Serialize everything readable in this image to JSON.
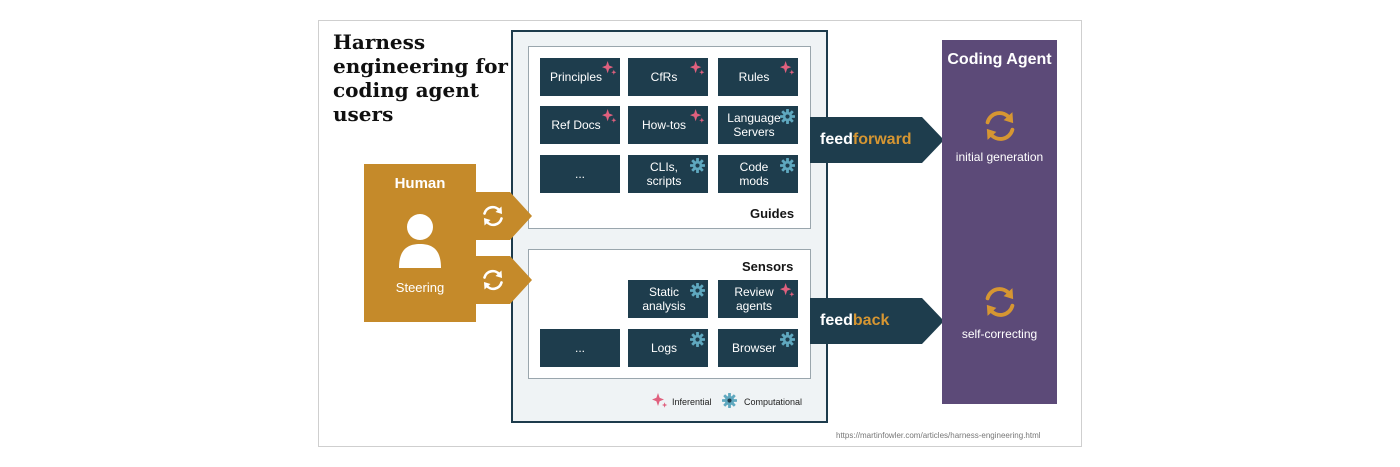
{
  "title": "Harness engineering for coding agent users",
  "guides": {
    "label": "Guides",
    "tiles": [
      {
        "text": "Principles",
        "kind": "inferential"
      },
      {
        "text": "CfRs",
        "kind": "inferential"
      },
      {
        "text": "Rules",
        "kind": "inferential"
      },
      {
        "text": "Ref Docs",
        "kind": "inferential"
      },
      {
        "text": "How-tos",
        "kind": "inferential"
      },
      {
        "text": "Language Servers",
        "kind": "computational"
      },
      {
        "text": "...",
        "kind": "none"
      },
      {
        "text": "CLIs, scripts",
        "kind": "computational"
      },
      {
        "text": "Code mods",
        "kind": "computational"
      }
    ]
  },
  "sensors": {
    "label": "Sensors",
    "tiles": [
      {
        "text": "Static analysis",
        "kind": "computational"
      },
      {
        "text": "Review agents",
        "kind": "inferential"
      },
      {
        "text": "...",
        "kind": "none"
      },
      {
        "text": "Logs",
        "kind": "computational"
      },
      {
        "text": "Browser",
        "kind": "computational"
      }
    ]
  },
  "human": {
    "title": "Human",
    "subtitle": "Steering"
  },
  "agent": {
    "title": "Coding Agent",
    "top_label": "initial generation",
    "bottom_label": "self-correcting"
  },
  "feedforward": {
    "prefix": "feed",
    "accent": "forward"
  },
  "feedback": {
    "prefix": "feed",
    "accent": "back"
  },
  "legend": {
    "inferential": "Inferential",
    "computational": "Computational"
  },
  "source_url": "https://martinfowler.com/articles/harness-engineering.html",
  "icons": {
    "inferential": "sparkle-icon",
    "computational": "gear-icon",
    "cycle": "cycle-icon",
    "person": "person-icon"
  },
  "colors": {
    "tile": "#1e3d4d",
    "inferential": "#e0607e",
    "computational": "#5fa8bf",
    "human": "#c58a2a",
    "agent": "#5c4a78",
    "agent_cycle": "#d69632",
    "accent_text": "#d69632"
  }
}
